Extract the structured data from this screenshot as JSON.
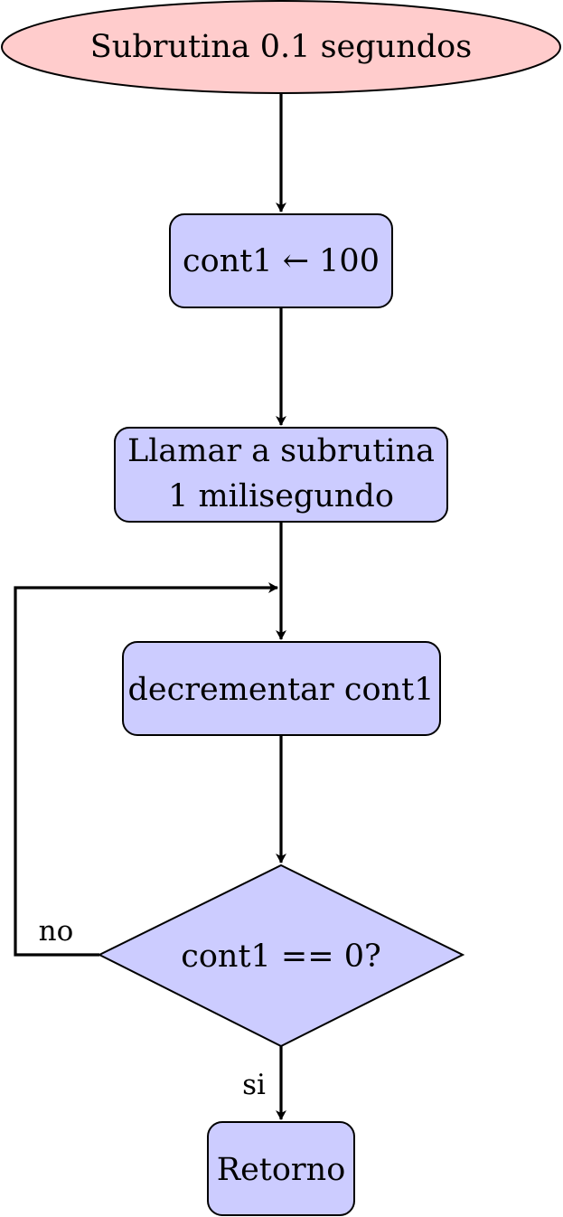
{
  "nodes": {
    "start": {
      "label": "Subrutina 0.1 segundos"
    },
    "init": {
      "label": "cont1 ← 100"
    },
    "call": {
      "line1": "Llamar a subrutina",
      "line2": "1 milisegundo"
    },
    "decrement": {
      "label": "decrementar cont1"
    },
    "decision": {
      "label": "cont1 == 0?"
    },
    "end": {
      "label": "Retorno"
    }
  },
  "edges": {
    "no_label": "no",
    "yes_label": "si"
  },
  "colors": {
    "terminal_fill": "#ffcccc",
    "process_fill": "#ccccff",
    "stroke": "#000000"
  }
}
